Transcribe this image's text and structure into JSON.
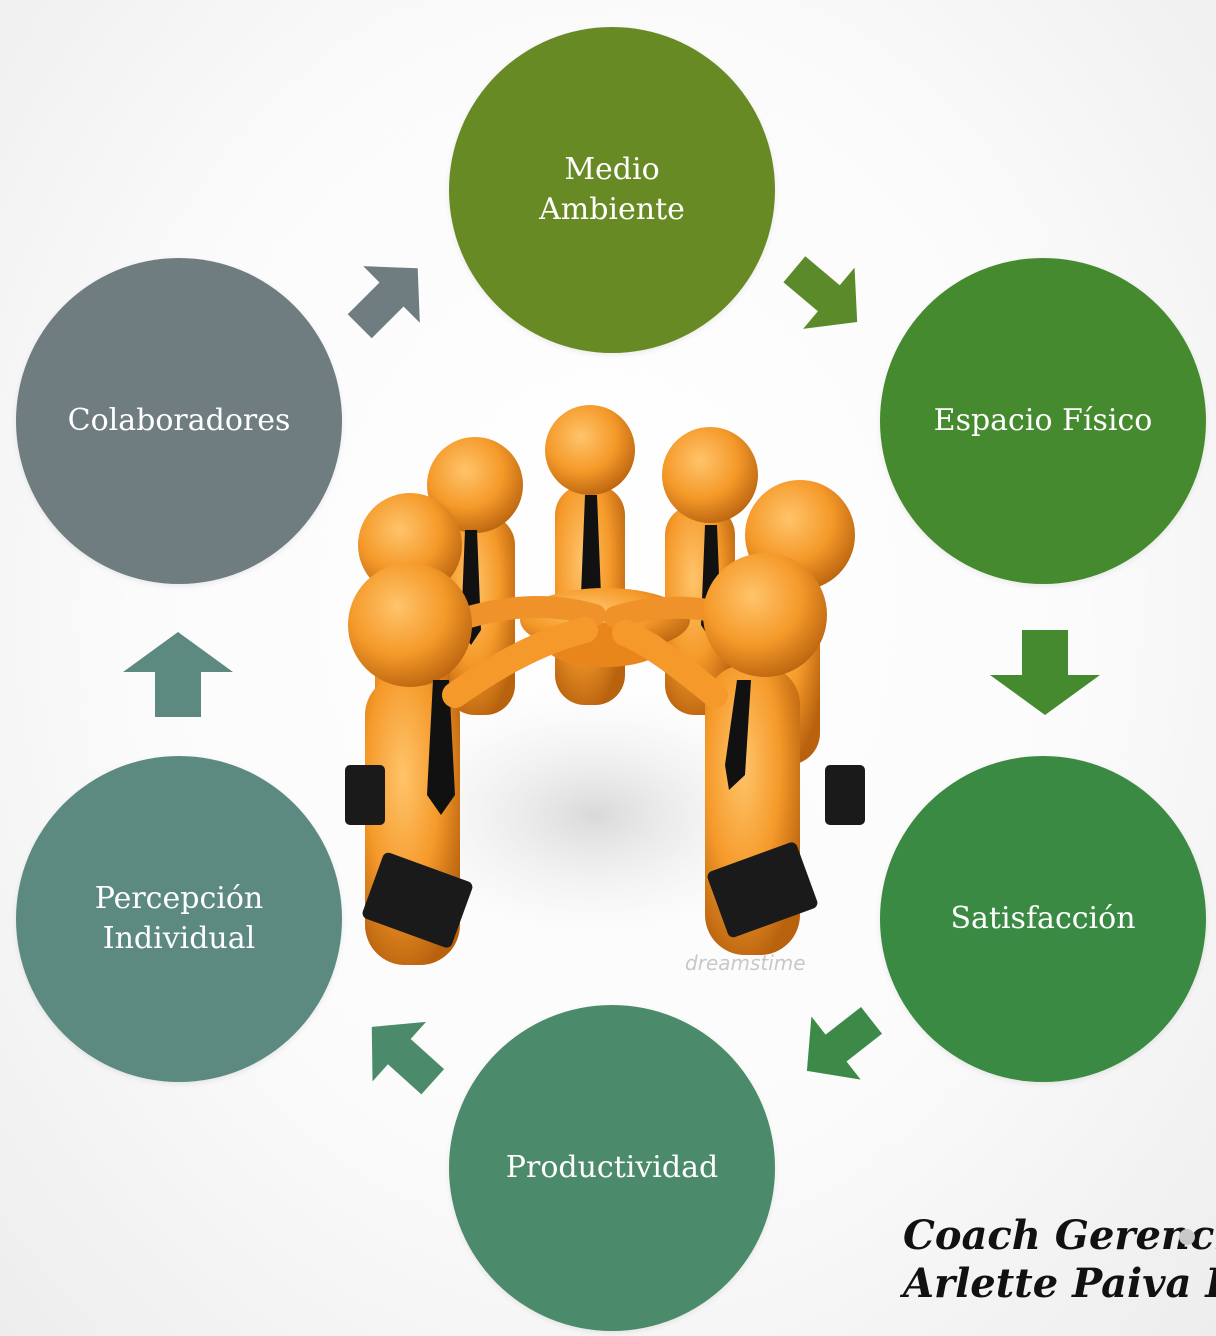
{
  "cycle": {
    "nodes": [
      {
        "label": "Medio\nAmbiente",
        "color": "#678a24"
      },
      {
        "label": "Espacio Físico",
        "color": "#468a2f"
      },
      {
        "label": "Satisfacción",
        "color": "#3b8a43"
      },
      {
        "label": "Productividad",
        "color": "#4b8a6a"
      },
      {
        "label": "Percepción\nIndividual",
        "color": "#5d8a80"
      },
      {
        "label": "Colaboradores",
        "color": "#6f7d80"
      }
    ],
    "arrow_colors": [
      "#5b8a2a",
      "#468a2f",
      "#3d8a48",
      "#4b8a6a",
      "#5d8a80",
      "#6f7d80"
    ]
  },
  "image": {
    "icon": "team-huddle-illustration",
    "watermark": "dreamstime"
  },
  "footer": {
    "line1": "Coach Gerencia",
    "line2": "Arlette Paiva I"
  }
}
